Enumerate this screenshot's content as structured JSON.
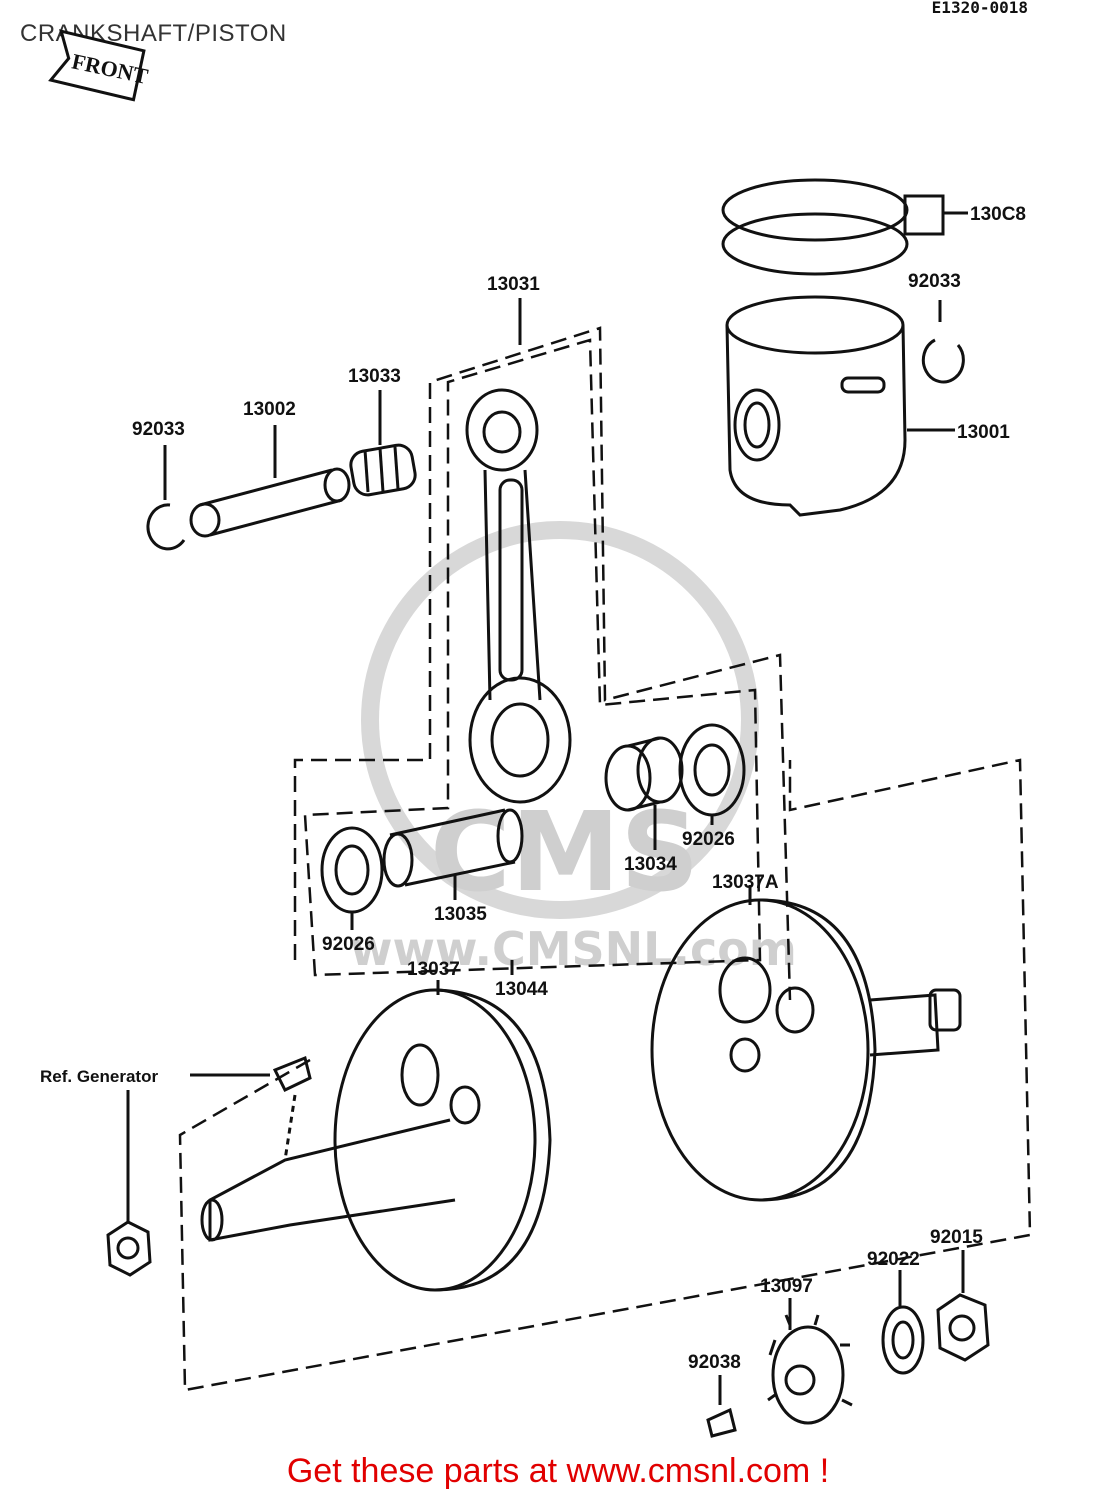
{
  "title": "CRANKSHAFT/PISTON",
  "diagram_code": "E1320-0018",
  "front_label": "FRONT",
  "footer_text": "Get these parts at www.cmsnl.com !",
  "watermark": {
    "logo": "CMS",
    "url": "www.CMSNL.com"
  },
  "colors": {
    "footer": "#e10000",
    "ink": "#111111",
    "watermark": "#cfcfcf"
  },
  "parts": {
    "p13008": "130C8",
    "p92033_right": "92033",
    "p13001": "13001",
    "p13031": "13031",
    "p13033": "13033",
    "p13002": "13002",
    "p92033_left": "92033",
    "p92026_right": "92026",
    "p13034": "13034",
    "p13037A": "13037A",
    "p92026_left": "92026",
    "p13035": "13035",
    "p13044": "13044",
    "p13037": "13037",
    "ref_generator": "Ref. Generator",
    "p92015": "92015",
    "p92022": "92022",
    "p13097": "13097",
    "p92038": "92038"
  }
}
